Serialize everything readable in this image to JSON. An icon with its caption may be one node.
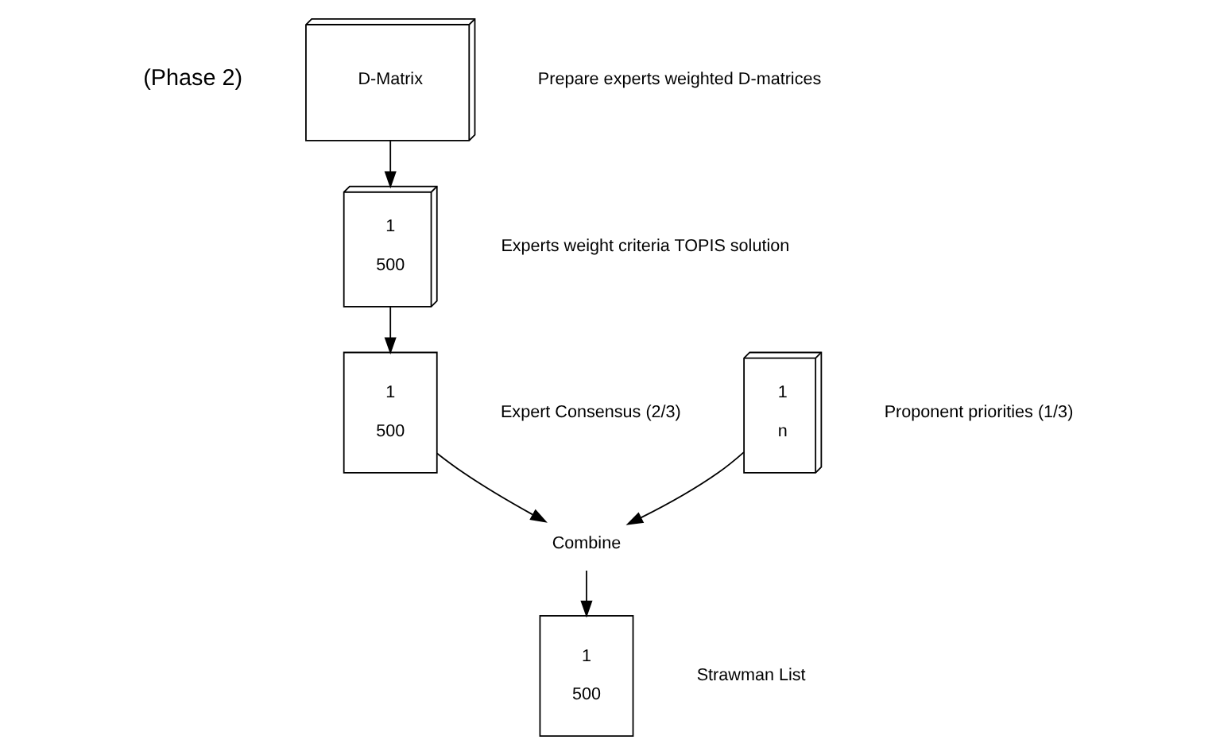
{
  "diagram": {
    "nodes": [
      {
        "text": [
          "D-Matrix"
        ],
        "beside": [
          "Prepare experts weighted D-matrices"
        ]
      },
      {
        "text": [
          "1",
          "500"
        ],
        "beside": [
          "Experts weight criteria TOPIS solution"
        ]
      },
      {
        "text": [
          "1",
          "n"
        ],
        "beside": [
          "Proponent priorities (1/3)"
        ]
      },
      {
        "text": [
          "1",
          "500"
        ],
        "beside": [
          "Expert Consensus (2/3)"
        ]
      },
      {
        "text": [
          "Combine"
        ]
      },
      {
        "text": [
          "1",
          "500"
        ],
        "beside": [
          "Strawman List"
        ]
      }
    ],
    "edges": [
      {
        "from": 0,
        "to": 1,
        "arrow": "to"
      },
      {
        "from": 1,
        "to": 3,
        "arrow": "to"
      },
      {
        "from": 2,
        "to": 4,
        "arrow": "to"
      },
      {
        "from": 3,
        "to": 4,
        "arrow": "to"
      },
      {
        "from": 4,
        "to": 5,
        "arrow": "to"
      }
    ],
    "labels": [
      "(Phase 2)"
    ]
  }
}
